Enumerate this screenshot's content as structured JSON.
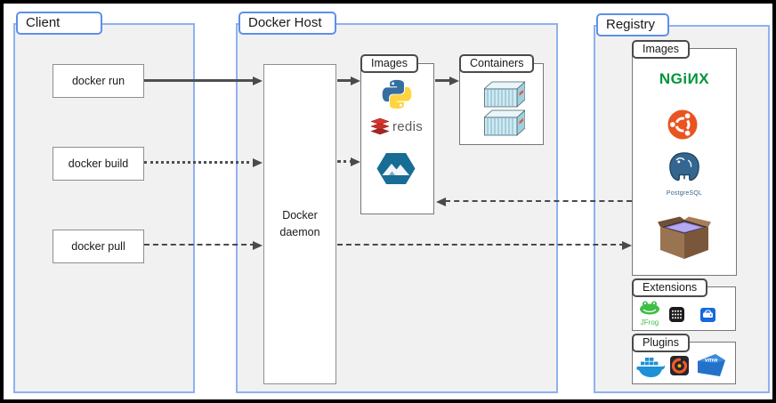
{
  "sections": {
    "client": {
      "title": "Client",
      "commands": [
        {
          "label": "docker run"
        },
        {
          "label": "docker build"
        },
        {
          "label": "docker pull"
        }
      ]
    },
    "host": {
      "title": "Docker Host",
      "daemon": {
        "label": "Docker daemon"
      },
      "images_panel": {
        "title": "Images",
        "items": [
          "python",
          "redis",
          "alpine-linux"
        ],
        "redis_label": "redis"
      },
      "containers_panel": {
        "title": "Containers",
        "container_count": 2
      }
    },
    "registry": {
      "title": "Registry",
      "images_panel": {
        "title": "Images",
        "items": [
          "nginx",
          "ubuntu",
          "postgresql",
          "busybox"
        ],
        "nginx_label": "NGiИX",
        "postgresql_label": "PostgreSQL"
      },
      "extensions_panel": {
        "title": "Extensions",
        "items": [
          "jfrog",
          "apps-grid",
          "disk-drive"
        ],
        "jfrog_label": "JFrog"
      },
      "plugins_panel": {
        "title": "Plugins",
        "items": [
          "docker-whale",
          "grafana",
          "vmware"
        ],
        "vmware_label": "vmw"
      }
    }
  },
  "edges": [
    {
      "from": "docker run",
      "to": "Docker daemon",
      "style": "solid"
    },
    {
      "from": "Docker daemon",
      "to": "Host Images",
      "style": "solid"
    },
    {
      "from": "Host Images",
      "to": "Containers",
      "style": "solid"
    },
    {
      "from": "docker build",
      "to": "Docker daemon",
      "style": "dotted"
    },
    {
      "from": "Docker daemon",
      "to": "Host Images",
      "style": "dotted"
    },
    {
      "from": "Registry Images",
      "to": "Host Images",
      "style": "dashed"
    },
    {
      "from": "docker pull",
      "to": "Docker daemon",
      "style": "dashed"
    },
    {
      "from": "Docker daemon",
      "to": "Registry Images",
      "style": "dashed"
    }
  ],
  "colors": {
    "section_fill": "#f1f1f2",
    "section_border": "#8fb1f0",
    "tab_border_blue": "#5e8fe8",
    "box_border": "#8e8e8e",
    "arrow": "#4a4a4a",
    "nginx_green": "#009639",
    "ubuntu_orange": "#e95420",
    "postgres_blue": "#336791",
    "redis_red": "#c6302b",
    "python_blue": "#356fa0",
    "python_yellow": "#fed440",
    "alpine_blue": "#176d94",
    "jfrog_green": "#3fbe46",
    "docker_blue": "#1d90d7",
    "grafana_orange": "#f05a28",
    "vmware_blue": "#2371c8"
  }
}
